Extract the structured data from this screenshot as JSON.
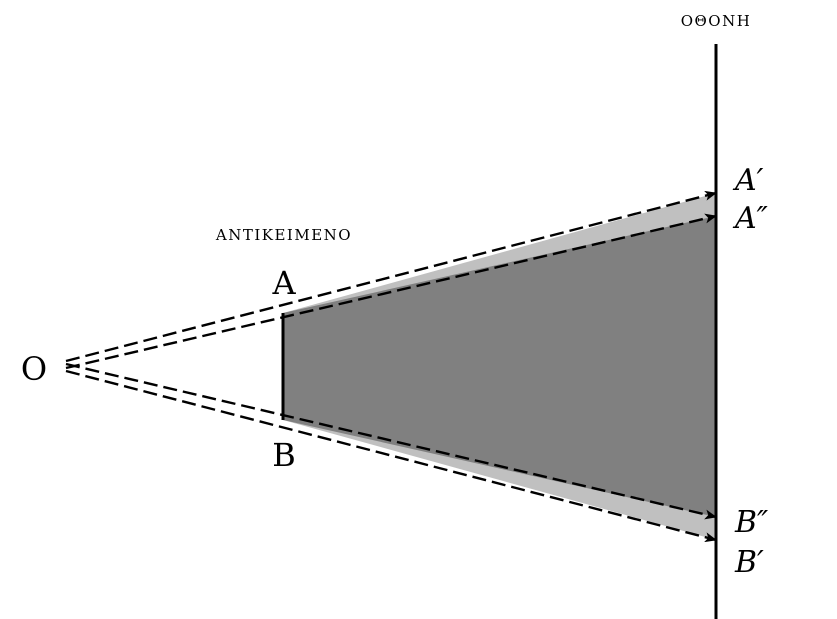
{
  "labels": {
    "screen": "ΟΘΟΝΗ",
    "object": "ΑΝΤΙΚΕΙΜΕΝΟ",
    "origin": "O",
    "point_a": "A",
    "point_b": "B",
    "a_prime": "A′",
    "a_double_prime": "A″",
    "b_double_prime": "B″",
    "b_prime": "B′"
  },
  "colors": {
    "outer_shadow": "#c0c0c0",
    "inner_shadow": "#808080",
    "lines": "#000000"
  }
}
